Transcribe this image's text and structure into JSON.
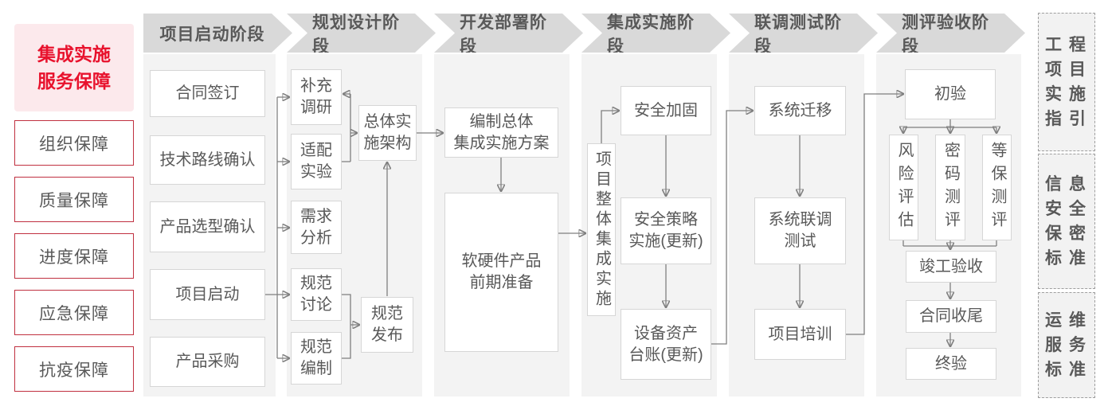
{
  "colors": {
    "accent_red": "#e8122d",
    "pink_bg": "#fce9ec",
    "red_border": "#c03040",
    "gray_text": "#595959",
    "chevron_bg": "#d9d9d9",
    "panel_bg": "#f3f3f3",
    "box_border": "#d6d6d6",
    "connector": "#7f7f7f"
  },
  "sidebar": {
    "title": "集成实施\n服务保障",
    "items": [
      "组织保障",
      "质量保障",
      "进度保障",
      "应急保障",
      "抗疫保障"
    ]
  },
  "phases": [
    "项目启动阶段",
    "规划设计阶段",
    "开发部署阶段",
    "集成实施阶段",
    "联调测试阶段",
    "测评验收阶段"
  ],
  "startup": {
    "boxes": [
      "合同签订",
      "技术路线确认",
      "产品选型确认",
      "项目启动",
      "产品采购"
    ]
  },
  "planning": {
    "boxes": [
      "补充\n调研",
      "适配\n实验",
      "需求\n分析",
      "规范\n讨论",
      "规范\n编制"
    ],
    "arch": "总体实\n施架构",
    "publish": "规范\n发布"
  },
  "development": {
    "plan": "编制总体\n集成实施方案",
    "prep": "软硬件产品\n前期准备"
  },
  "integration": {
    "overall": "项目整体集成实施",
    "boxes": [
      "安全加固",
      "安全策略\n实施(更新)",
      "设备资产\n台账(更新)"
    ]
  },
  "testing": {
    "boxes": [
      "系统迁移",
      "系统联调\n测试",
      "项目培训"
    ]
  },
  "acceptance": {
    "initial": "初验",
    "evals": [
      "风险评估",
      "密码测评",
      "等保测评"
    ],
    "completion": "竣工验收",
    "closure": "合同收尾",
    "final": "终验"
  },
  "standards": [
    "工程\n项目\n实施\n指引",
    "信息\n安全\n保密\n标准",
    "运维\n服务\n标准"
  ]
}
